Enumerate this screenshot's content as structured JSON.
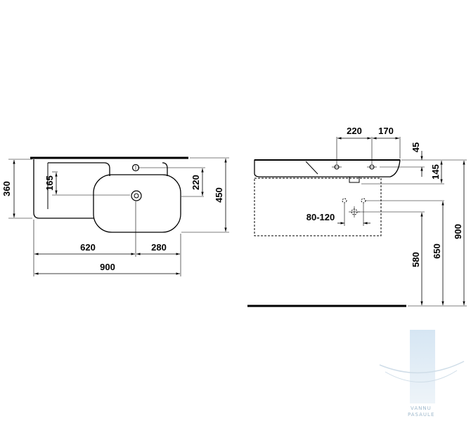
{
  "front_view": {
    "dimensions": {
      "height_total": "360",
      "tap_to_back": "165",
      "basin_depth": "220",
      "total_depth": "450",
      "left_section": "620",
      "right_section": "280",
      "total_width": "900"
    }
  },
  "side_view": {
    "dimensions": {
      "tap_spacing": "220",
      "tap_offset": "170",
      "rim_thickness": "45",
      "bowl_height": "145",
      "drain_spread": "80-120",
      "drain_height": "580",
      "waste_height": "650",
      "rim_height": "900"
    }
  },
  "watermark": {
    "line1": "VANNU",
    "line2": "PASAULE"
  }
}
